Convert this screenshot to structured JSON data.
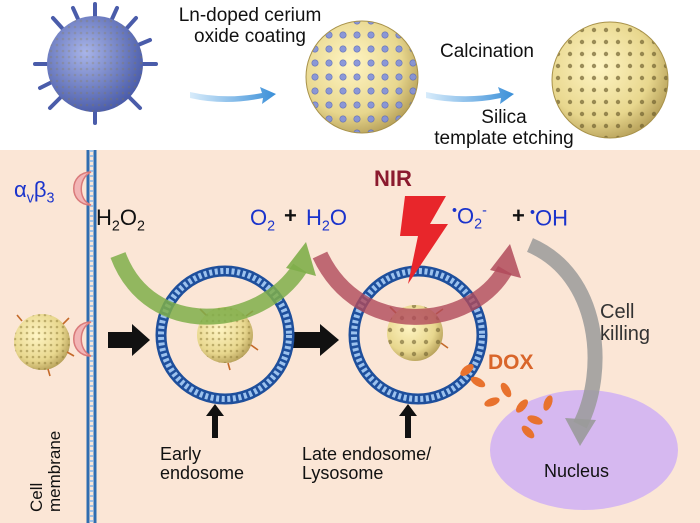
{
  "steps": {
    "coating": [
      "Ln-doped cerium",
      "oxide coating"
    ],
    "calcination": "Calcination",
    "etching": [
      "Silica",
      "template etching"
    ]
  },
  "receptor": {
    "alpha": "α",
    "v": "v",
    "beta": "β",
    "three": "3"
  },
  "reactions": {
    "h2o2": {
      "h": "H",
      "s1": "2",
      "o": "O",
      "s2": "2"
    },
    "o2": {
      "o": "O",
      "s": "2"
    },
    "plus1": "+",
    "h2o": {
      "h": "H",
      "s": "2",
      "o": "O"
    },
    "nir": "NIR",
    "superoxide": {
      "dot": "•",
      "o": "O",
      "s": "2",
      "minus": "-"
    },
    "plus2": "+",
    "hydroxyl": {
      "dot": "•",
      "text": "OH"
    }
  },
  "labels": {
    "cell_killing": [
      "Cell",
      "killing"
    ],
    "dox": "DOX",
    "early_endosome": [
      "Early",
      "endosome"
    ],
    "late_endosome": [
      "Late endosome/",
      "Lysosome"
    ],
    "nucleus": "Nucleus",
    "cell_membrane": [
      "Cell",
      "membrane"
    ]
  },
  "colors": {
    "panel": "#fbe6d6",
    "text_blue": "#1a33cc",
    "nir": "#8b1a2e",
    "dox": "#d9652a",
    "nucleus": "#d6b8f0",
    "membrane": "#2f6db0",
    "green_arrow": "#7fae4a",
    "red_arrow": "#b04a5a",
    "gray_arrow": "#9a9a9a"
  }
}
